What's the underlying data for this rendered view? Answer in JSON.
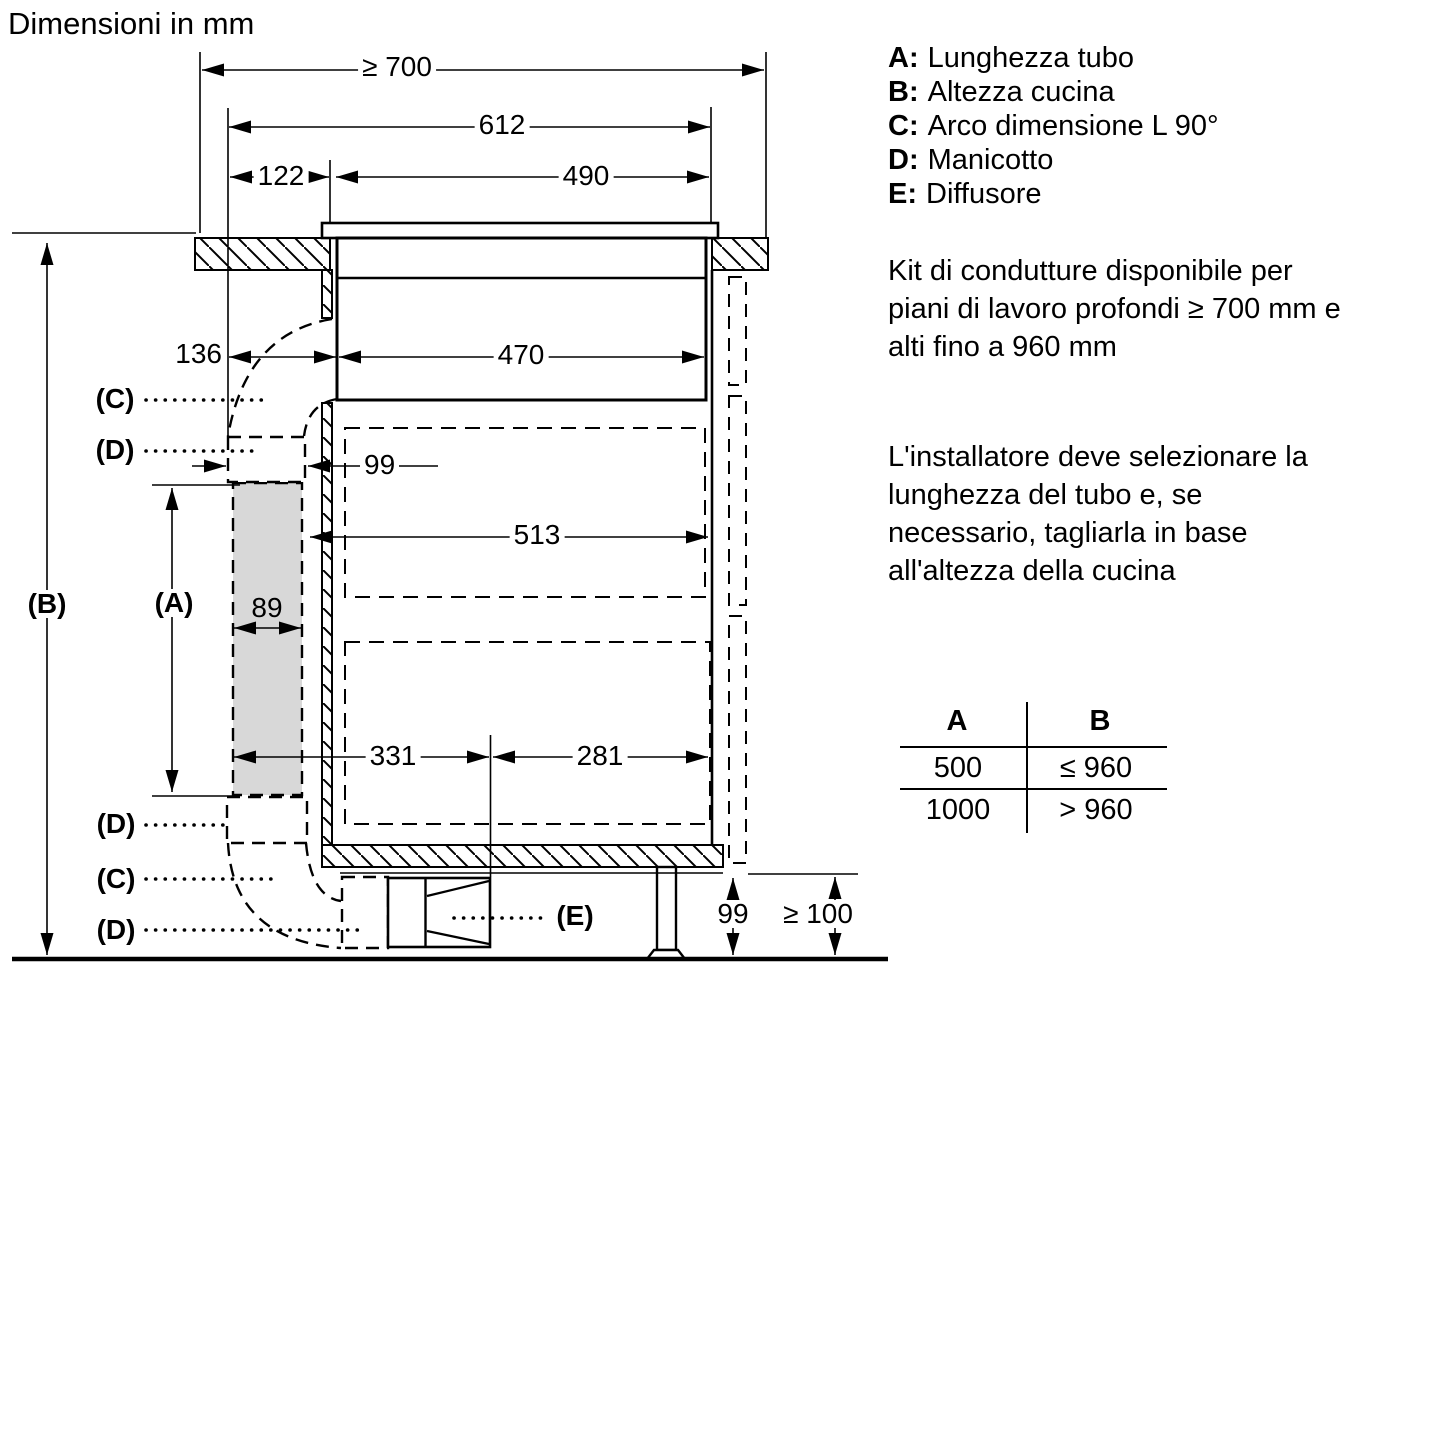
{
  "title": "Dimensioni in mm",
  "legend": {
    "items": [
      {
        "k": "A:",
        "v": "Lunghezza tubo"
      },
      {
        "k": "B:",
        "v": "Altezza cucina"
      },
      {
        "k": "C:",
        "v": "Arco dimensione L 90°"
      },
      {
        "k": "D:",
        "v": "Manicotto"
      },
      {
        "k": "E:",
        "v": "Diffusore"
      }
    ]
  },
  "notes": {
    "kit": [
      "Kit di condutture disponibile per",
      "piani di lavoro profondi ≥ 700 mm e",
      "alti fino a 960 mm"
    ],
    "installer": [
      "L'installatore deve selezionare la",
      "lunghezza del tubo e, se",
      "necessario, tagliarla in base",
      "all'altezza della cucina"
    ]
  },
  "table": {
    "col_a": "A",
    "col_b": "B",
    "rows": [
      {
        "a": "500",
        "b": "≤ 960"
      },
      {
        "a": "1000",
        "b": "> 960"
      }
    ]
  },
  "dims": {
    "worktop_depth": "≥ 700",
    "hob_top_width": "612",
    "front_distance": "122",
    "cutout_width": "490",
    "duct_offset": "136",
    "hob_body_width": "470",
    "sleeve_width": "99",
    "cabinet_inner_width": "513",
    "duct_width": "89",
    "duct_to_centre": "331",
    "centre_to_wall": "281",
    "plinth_duct_height": "99",
    "plinth_min_height": "≥ 100"
  },
  "marks": {
    "A": "(A)",
    "B": "(B)",
    "C": "(C)",
    "D": "(D)",
    "E": "(E)"
  },
  "colors": {
    "line": "#000000",
    "duct_fill": "#d8d8d8",
    "background": "#ffffff"
  }
}
